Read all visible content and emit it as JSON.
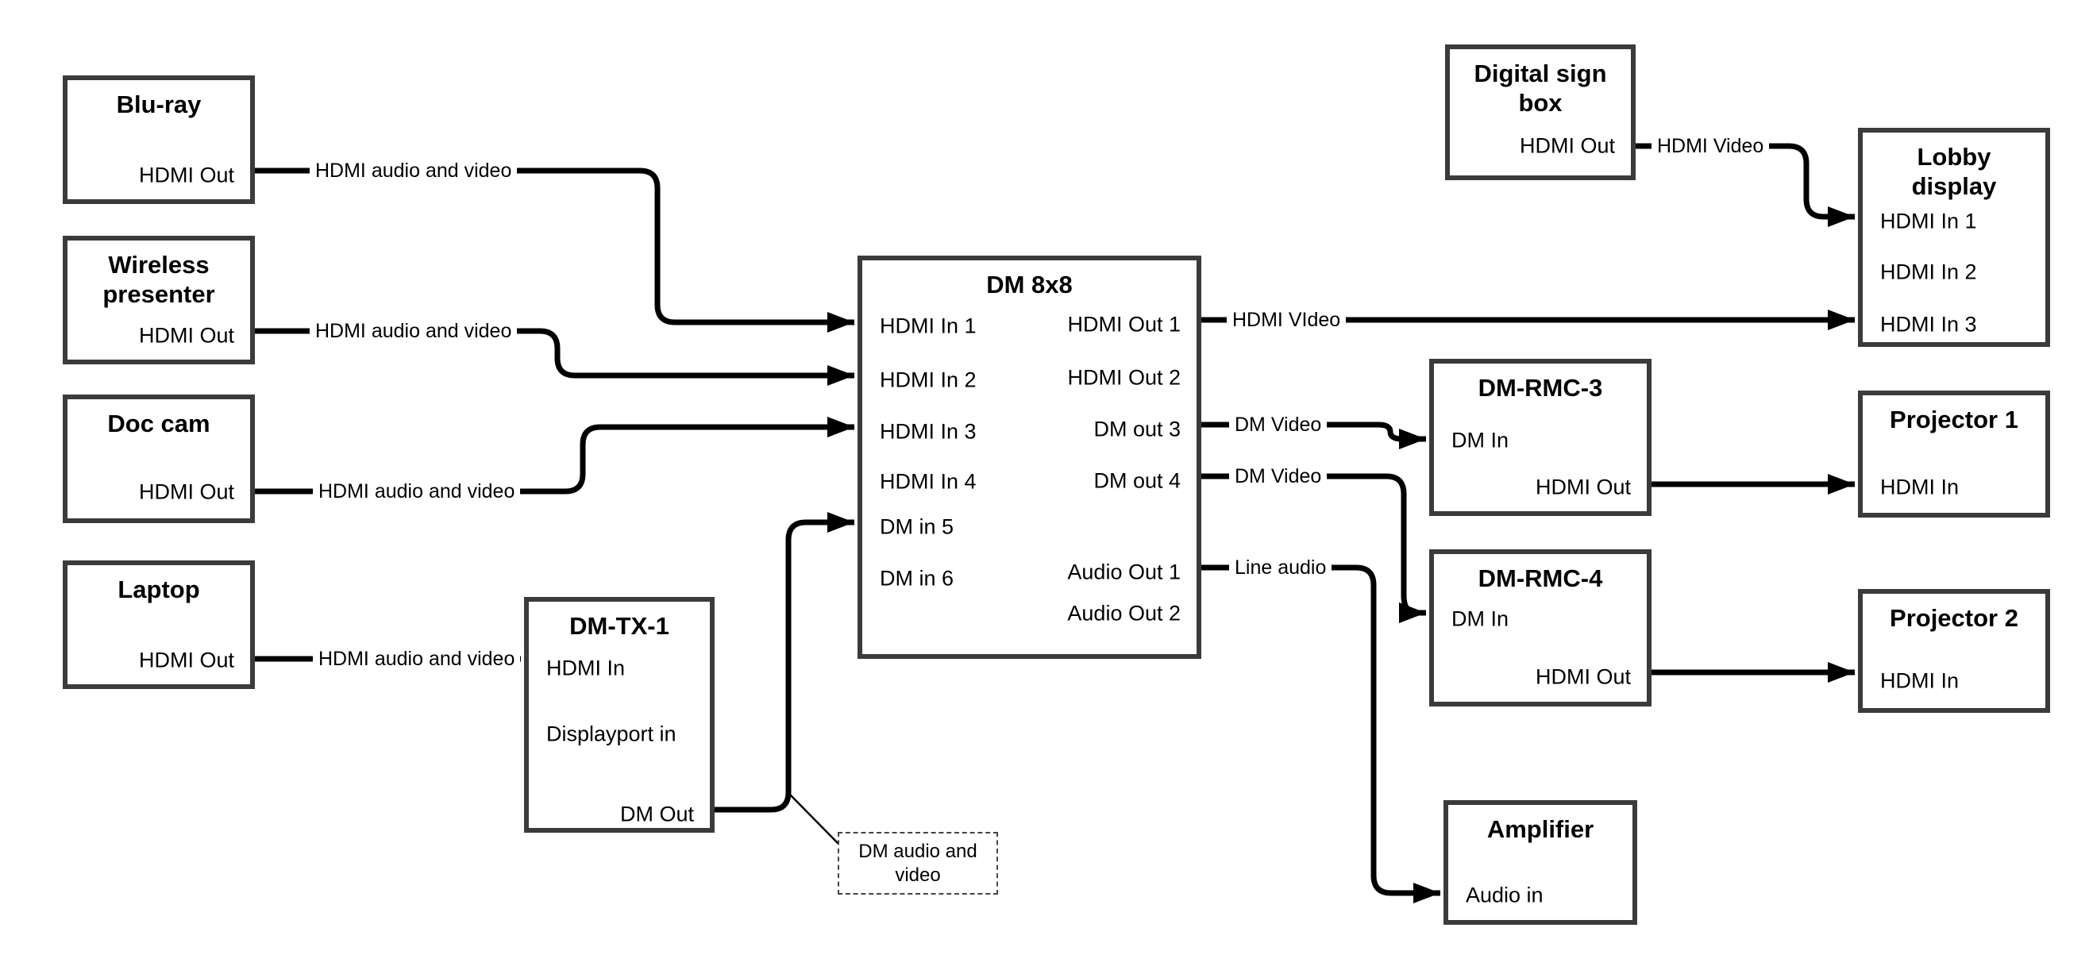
{
  "nodes": {
    "bluray": {
      "title": "Blu-ray",
      "ports": {
        "out": "HDMI Out"
      }
    },
    "wireless": {
      "title": "Wireless presenter",
      "ports": {
        "out": "HDMI Out"
      }
    },
    "doccam": {
      "title": "Doc cam",
      "ports": {
        "out": "HDMI Out"
      }
    },
    "laptop": {
      "title": "Laptop",
      "ports": {
        "out": "HDMI Out"
      }
    },
    "dmtx1": {
      "title": "DM-TX-1",
      "ports": {
        "hdmi_in": "HDMI In",
        "dp_in": "Displayport in",
        "dm_out": "DM Out"
      }
    },
    "dm8x8": {
      "title": "DM 8x8",
      "ports": {
        "in1": "HDMI In 1",
        "in2": "HDMI In 2",
        "in3": "HDMI In 3",
        "in4": "HDMI In 4",
        "in5": "DM in 5",
        "in6": "DM in 6",
        "out1": "HDMI Out 1",
        "out2": "HDMI Out 2",
        "out3": "DM out 3",
        "out4": "DM out 4",
        "aout1": "Audio Out 1",
        "aout2": "Audio Out 2"
      }
    },
    "digital_sign": {
      "title": "Digital sign box",
      "ports": {
        "out": "HDMI Out"
      }
    },
    "lobby": {
      "title": "Lobby display",
      "ports": {
        "in1": "HDMI In 1",
        "in2": "HDMI In 2",
        "in3": "HDMI In 3"
      }
    },
    "dmrmc3": {
      "title": "DM-RMC-3",
      "ports": {
        "dm_in": "DM In",
        "hdmi_out": "HDMI Out"
      }
    },
    "proj1": {
      "title": "Projector 1",
      "ports": {
        "in": "HDMI In"
      }
    },
    "dmrmc4": {
      "title": "DM-RMC-4",
      "ports": {
        "dm_in": "DM In",
        "hdmi_out": "HDMI Out"
      }
    },
    "proj2": {
      "title": "Projector 2",
      "ports": {
        "in": "HDMI In"
      }
    },
    "amplifier": {
      "title": "Amplifier",
      "ports": {
        "audio_in": "Audio in"
      }
    }
  },
  "wire_labels": {
    "bluray_dm": "HDMI audio and video",
    "wireless_dm": "HDMI audio and video",
    "doccam_dm": "HDMI audio and video",
    "laptop_tx": "HDMI audio and video",
    "hdmi_out1": "HDMI VIdeo",
    "dm_out3": "DM Video",
    "dm_out4": "DM Video",
    "audio_out1": "Line audio",
    "sign_lobby": "HDMI Video"
  },
  "callout": {
    "text": "DM audio and video"
  },
  "colors": {
    "wire": "#000000",
    "box_border": "#3b3b3b",
    "text": "#000000",
    "background": "#ffffff"
  }
}
